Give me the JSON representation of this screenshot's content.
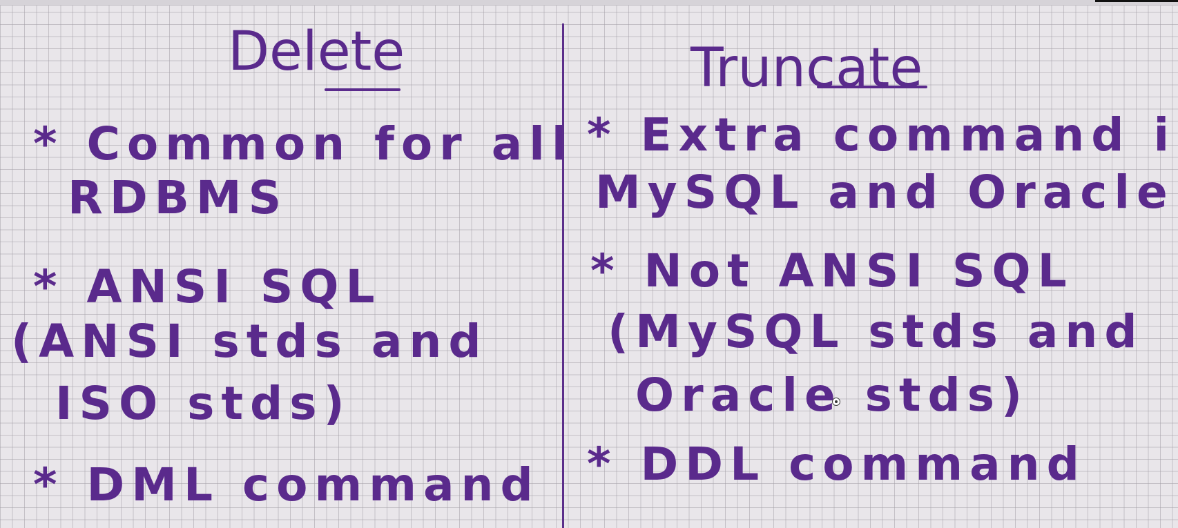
{
  "colors": {
    "ink": "#5a2a8c",
    "paper": "#e9e6ea",
    "grid": "#a5a0a8"
  },
  "left_column": {
    "heading": "Delete",
    "lines": [
      "* Common for all",
      "RDBMS",
      "* ANSI SQL",
      "(ANSI stds and",
      "ISO stds)",
      "* DML command"
    ]
  },
  "right_column": {
    "heading": "Truncate",
    "lines": [
      "* Extra command in",
      "MySQL and Oracle",
      "* Not ANSI SQL",
      "(MySQL stds and",
      "Oracle stds)",
      "* DDL command"
    ]
  }
}
